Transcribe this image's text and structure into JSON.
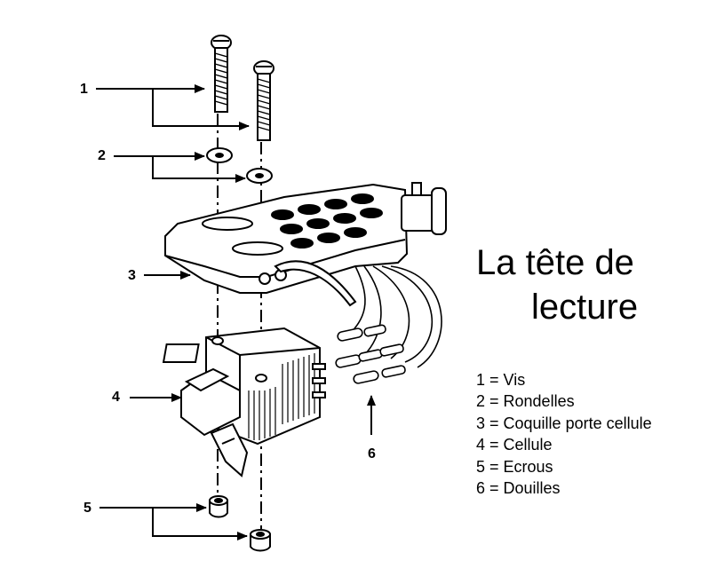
{
  "title": {
    "line1": "La tête de",
    "line2": "lecture"
  },
  "legend": [
    "1 = Vis",
    "2 = Rondelles",
    "3 = Coquille porte cellule",
    "4 = Cellule",
    "5 = Ecrous",
    "6 = Douilles"
  ],
  "callouts": {
    "c1": "1",
    "c2": "2",
    "c3": "3",
    "c4": "4",
    "c5": "5",
    "c6": "6"
  }
}
